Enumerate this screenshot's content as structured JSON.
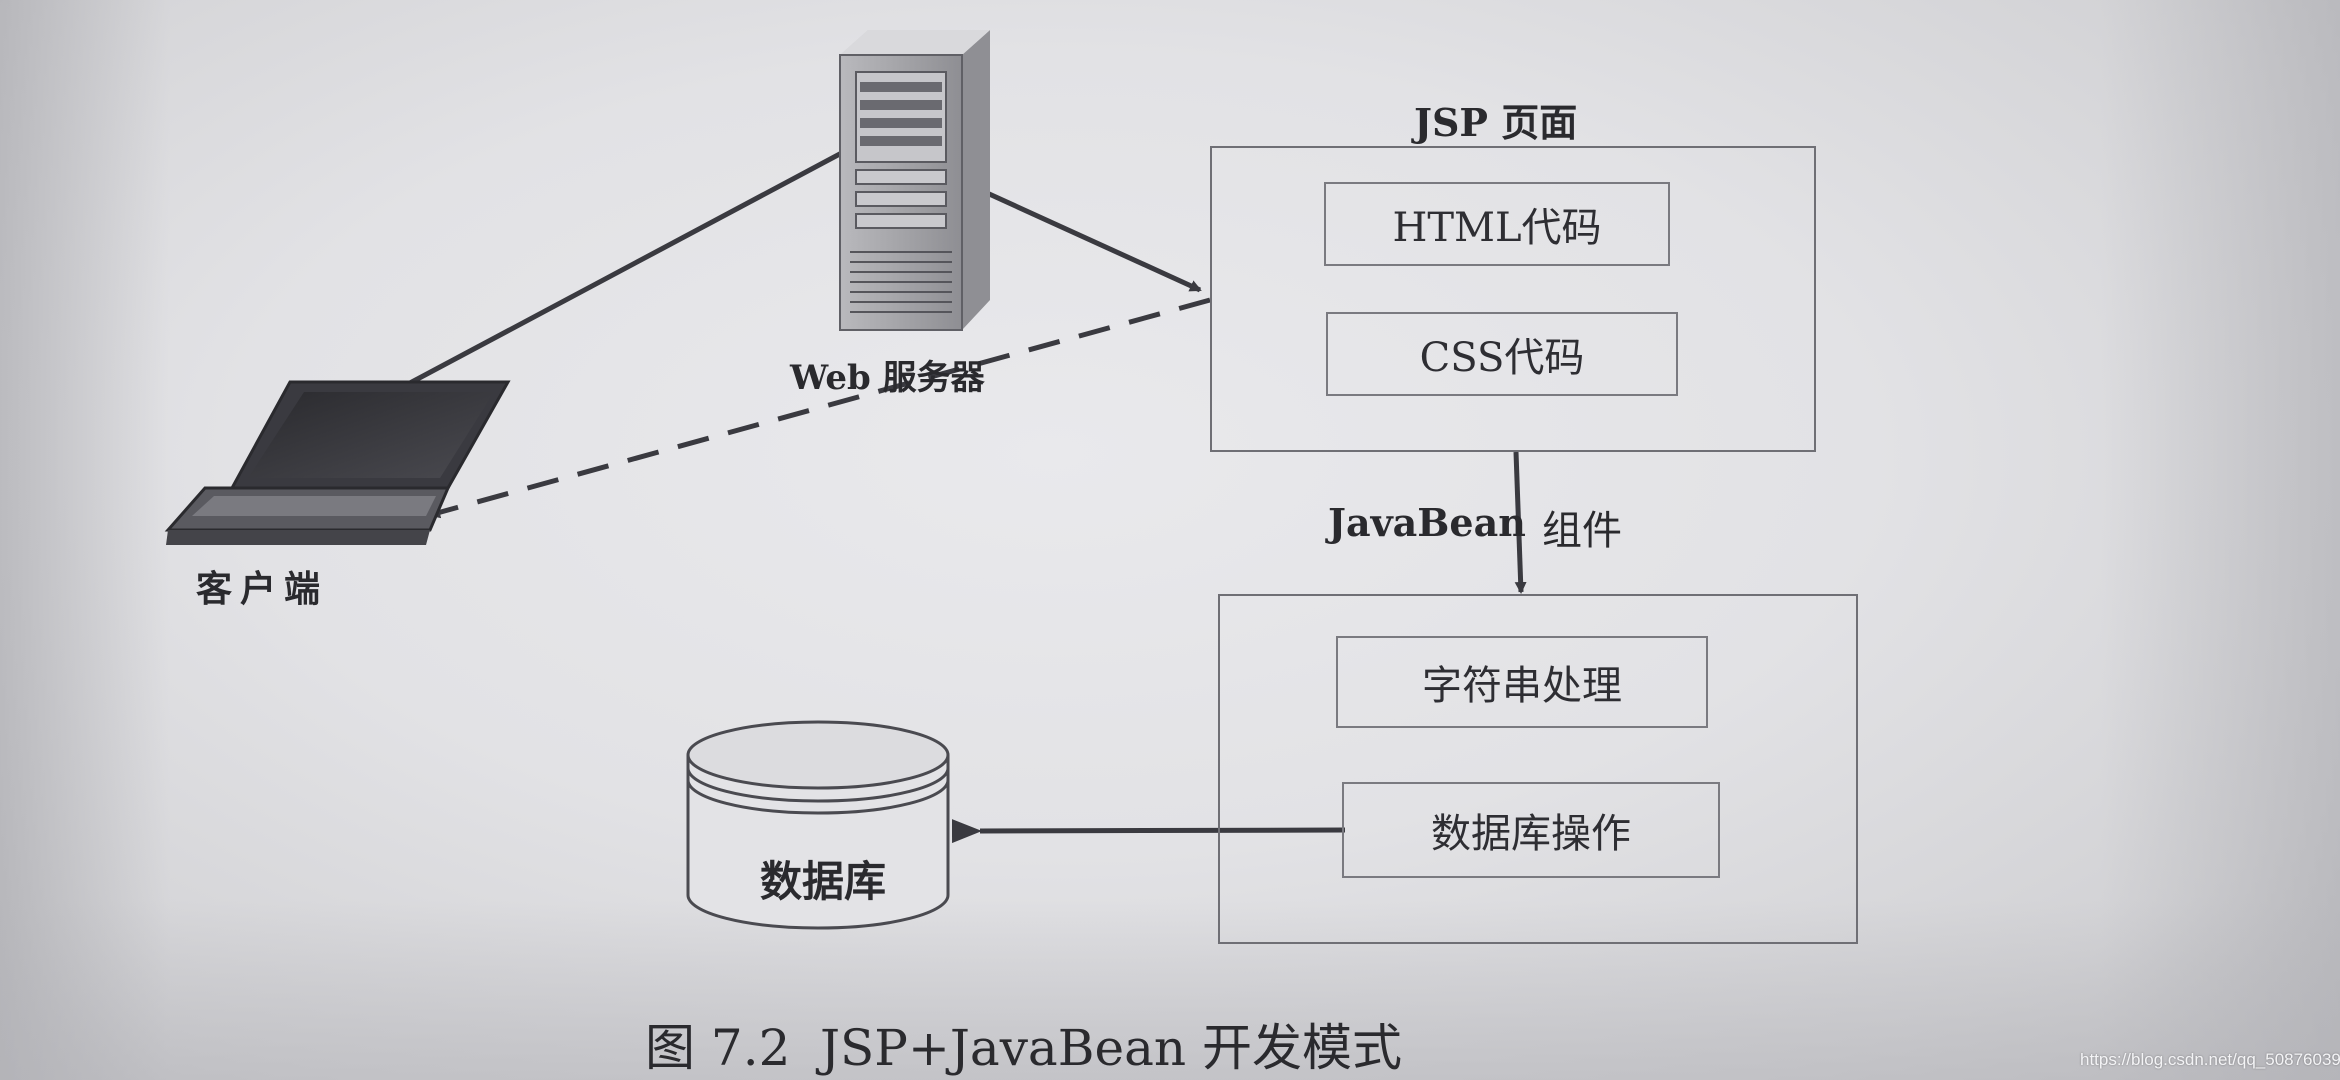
{
  "diagram": {
    "jsp_page": {
      "title": "JSP 页面",
      "items": [
        "HTML代码",
        "CSS代码"
      ]
    },
    "javabean": {
      "label_main": "JavaBean",
      "label_suffix": "组件",
      "items": [
        "字符串处理",
        "数据库操作"
      ]
    },
    "server_label": "Web 服务器",
    "client_label": "客户端",
    "database_label": "数据库"
  },
  "caption": {
    "number": "图 7.2",
    "title": "JSP+JavaBean 开发模式"
  },
  "watermark": "https://blog.csdn.net/qq_50876039",
  "colors": {
    "line": "#3a3a40",
    "box_border": "#6f6f75",
    "paper": "#e4e4e7"
  }
}
